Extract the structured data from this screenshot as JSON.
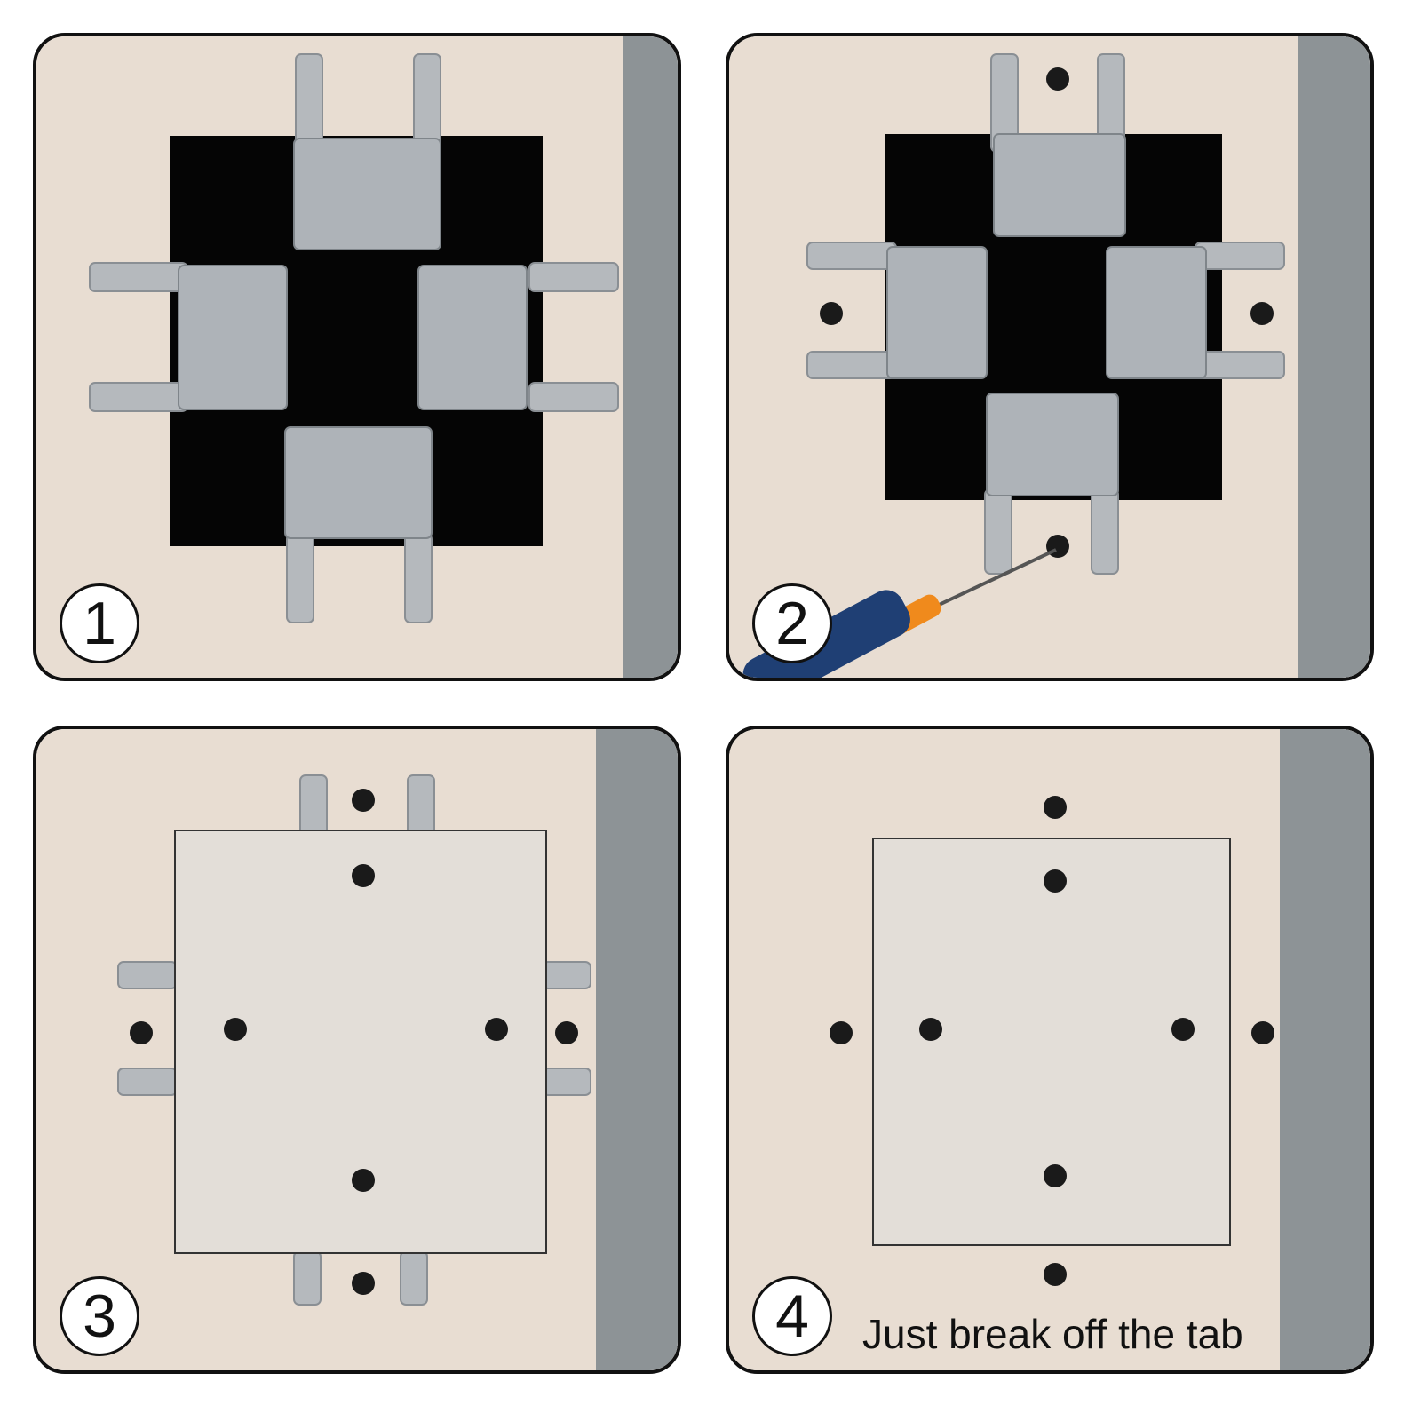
{
  "colors": {
    "wall": "#e8ddd2",
    "wall_shadow": "#8d9396",
    "opening": "#050505",
    "metal": "#b5b9bd",
    "metal_edge": "#8a8f94",
    "screw": "#1a1a1a",
    "patch": "#e3ded8",
    "screwdriver_handle": "#1f3f74",
    "screwdriver_accent": "#f08a1c"
  },
  "steps": [
    {
      "number": "1",
      "caption": ""
    },
    {
      "number": "2",
      "caption": ""
    },
    {
      "number": "3",
      "caption": ""
    },
    {
      "number": "4",
      "caption": "Just break off the tab"
    }
  ]
}
